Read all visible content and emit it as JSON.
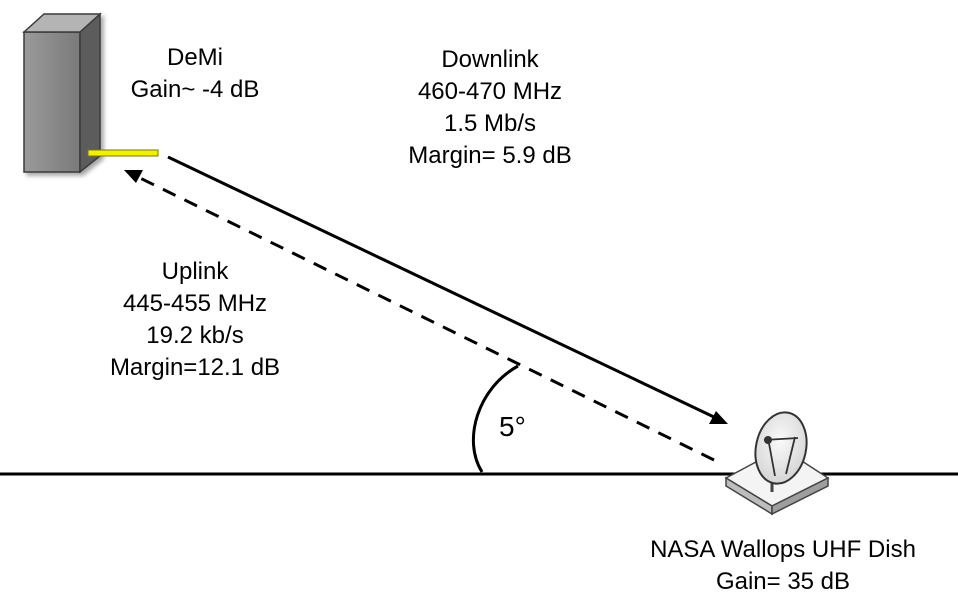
{
  "demi": {
    "name": "DeMi",
    "gain": "Gain~ -4 dB"
  },
  "downlink": {
    "title": "Downlink",
    "frequency": "460-470 MHz",
    "rate": "1.5 Mb/s",
    "margin": "Margin= 5.9 dB"
  },
  "uplink": {
    "title": "Uplink",
    "frequency": "445-455 MHz",
    "rate": "19.2 kb/s",
    "margin": "Margin=12.1 dB"
  },
  "dish": {
    "name": "NASA Wallops UHF Dish",
    "gain": "Gain= 35 dB"
  },
  "angle": "5°",
  "colors": {
    "antenna": "#f2f000",
    "line": "#000000",
    "satellite_front": "#8a8a8a",
    "satellite_side": "#5c5c5c",
    "satellite_top": "#b4b4b4",
    "dish_fill": "#ececec"
  }
}
